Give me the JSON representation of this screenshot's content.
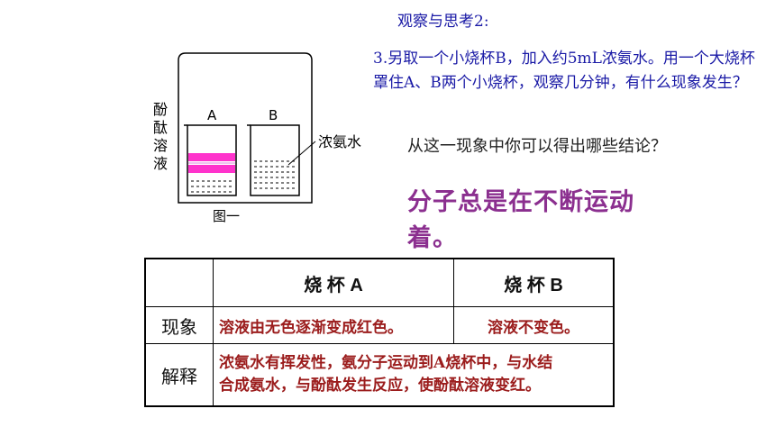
{
  "heading": "观察与思考2:",
  "step_text": "3.另取一个小烧杯B，加入约5mL浓氨水。用一个大烧杯罩住A、B两个小烧杯，观察几分钟，有什么现象发生？",
  "question": "从这一现象中你可以得出哪些结论？",
  "answer": "分子总是在不断运动着。",
  "figure": {
    "label_a": "A",
    "label_b": "B",
    "label_left": "酚酞溶液",
    "label_right": "浓氨水",
    "caption": "图一",
    "colors": {
      "phenolphthalein": "#ff33cc",
      "outline": "#000000"
    }
  },
  "table": {
    "headers": [
      "",
      "烧 杯 A",
      "烧 杯 B"
    ],
    "rows": [
      {
        "label": "现象",
        "a": "溶液由无色逐渐变成红色。",
        "b": "溶液不变色。"
      },
      {
        "label": "解释",
        "a": "浓氨水有挥发性，氨分子运动到A烧杯中，与水结合成氨水，与酚酞发生反应，使酚酞溶液变红。"
      }
    ]
  },
  "colors": {
    "heading": "#1a1aa6",
    "answer": "#8b2f8f",
    "table_text": "#9b1c1c"
  }
}
